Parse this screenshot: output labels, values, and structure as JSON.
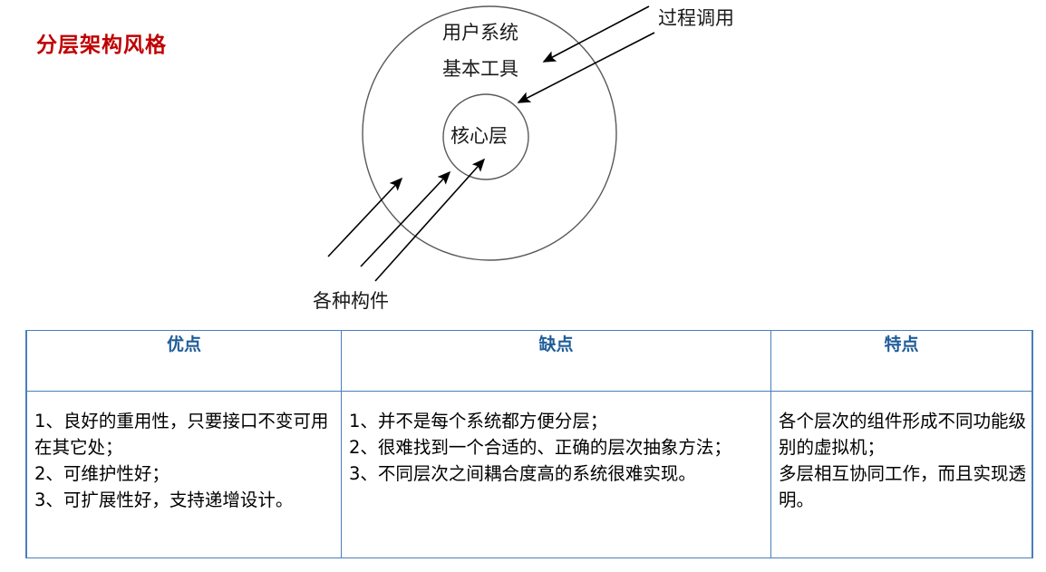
{
  "slide": {
    "title": "分层架构风格"
  },
  "diagram": {
    "name": "layered-architecture-circles",
    "outer_circle_label": "用户系统",
    "middle_label": "基本工具",
    "inner_circle_label": "核心层",
    "incoming_arrows_label": "过程调用",
    "outgoing_arrows_label": "各种构件",
    "stroke_color": "#595959",
    "arrow_color": "#000000"
  },
  "table": {
    "name": "pros-cons-features-table",
    "border_color": "#4a7ebb",
    "header_color": "#1f5c99",
    "headers": [
      "优点",
      "缺点",
      "特点"
    ],
    "rows": [
      {
        "pros": "1、良好的重用性，只要接口不变可用在其它处；\n2、可维护性好；\n3、可扩展性好，支持递增设计。",
        "cons": "1、并不是每个系统都方便分层；\n2、很难找到一个合适的、正确的层次抽象方法；\n3、不同层次之间耦合度高的系统很难实现。",
        "features": "各个层次的组件形成不同功能级别的虚拟机；\n多层相互协同工作，而且实现透明。"
      }
    ]
  }
}
